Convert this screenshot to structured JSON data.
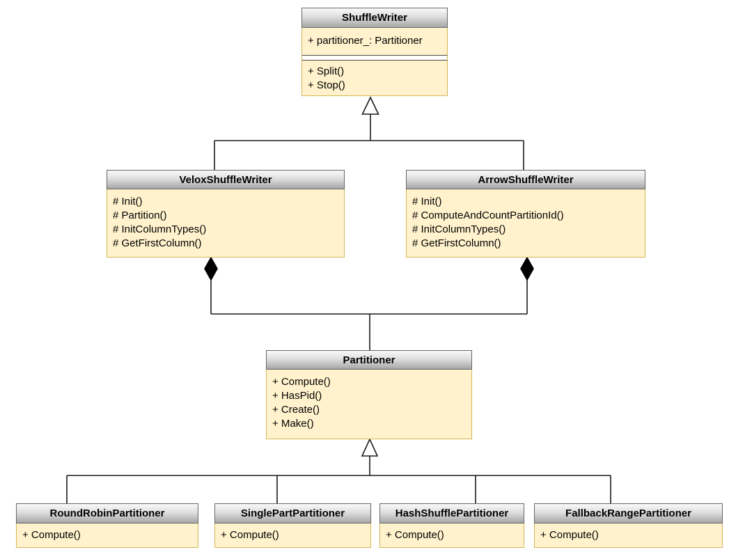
{
  "diagram": {
    "type": "uml-class-diagram",
    "colors": {
      "section_fill": "#FFF2CC",
      "section_border": "#D6B656",
      "header_gradient_top": "#F9F9F9",
      "header_gradient_bottom": "#A6A6A6",
      "header_border": "#666666",
      "edge_line": "#1A1A1A",
      "background": "#FFFFFF"
    },
    "classes": [
      {
        "name": "ShuffleWriter",
        "attributes": [
          "+ partitioner_: Partitioner"
        ],
        "methods": [
          "+ Split()",
          "+ Stop()"
        ]
      },
      {
        "name": "VeloxShuffleWriter",
        "attributes": [],
        "methods": [
          "# Init()",
          "# Partition()",
          "# InitColumnTypes()",
          "# GetFirstColumn()"
        ]
      },
      {
        "name": "ArrowShuffleWriter",
        "attributes": [],
        "methods": [
          "# Init()",
          "# ComputeAndCountPartitionId()",
          "# InitColumnTypes()",
          "# GetFirstColumn()"
        ]
      },
      {
        "name": "Partitioner",
        "attributes": [],
        "methods": [
          "+ Compute()",
          "+ HasPid()",
          "+ Create()",
          "+ Make()"
        ]
      },
      {
        "name": "RoundRobinPartitioner",
        "attributes": [],
        "methods": [
          "+ Compute()"
        ]
      },
      {
        "name": "SinglePartPartitioner",
        "attributes": [],
        "methods": [
          "+ Compute()"
        ]
      },
      {
        "name": "HashShufflePartitioner",
        "attributes": [],
        "methods": [
          "+ Compute()"
        ]
      },
      {
        "name": "FallbackRangePartitioner",
        "attributes": [],
        "methods": [
          "+ Compute()"
        ]
      }
    ],
    "relationships": [
      {
        "type": "generalization",
        "from": "VeloxShuffleWriter",
        "to": "ShuffleWriter"
      },
      {
        "type": "generalization",
        "from": "ArrowShuffleWriter",
        "to": "ShuffleWriter"
      },
      {
        "type": "composition",
        "from": "VeloxShuffleWriter",
        "to": "Partitioner"
      },
      {
        "type": "composition",
        "from": "ArrowShuffleWriter",
        "to": "Partitioner"
      },
      {
        "type": "generalization",
        "from": "RoundRobinPartitioner",
        "to": "Partitioner"
      },
      {
        "type": "generalization",
        "from": "SinglePartPartitioner",
        "to": "Partitioner"
      },
      {
        "type": "generalization",
        "from": "HashShufflePartitioner",
        "to": "Partitioner"
      },
      {
        "type": "generalization",
        "from": "FallbackRangePartitioner",
        "to": "Partitioner"
      }
    ]
  }
}
